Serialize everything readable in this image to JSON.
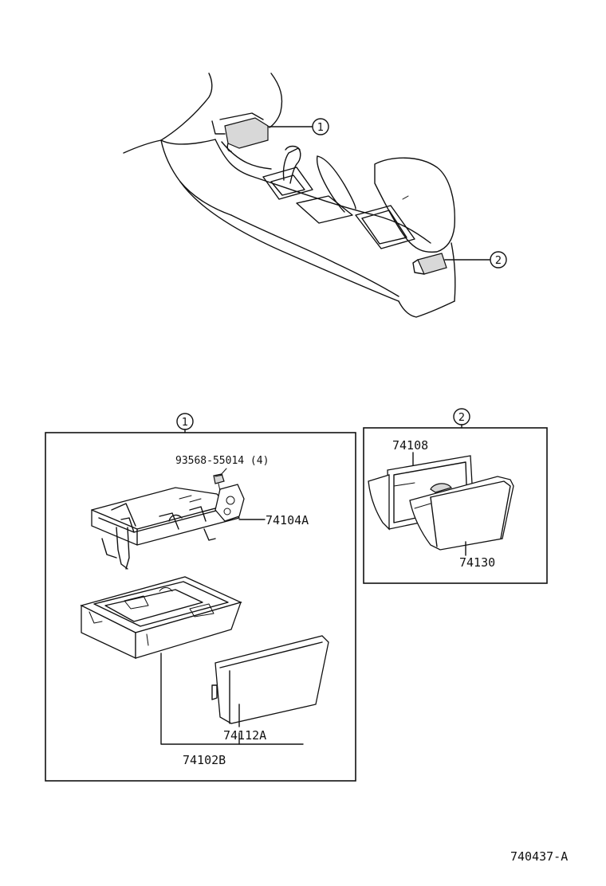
{
  "callouts": {
    "c1_top": "1",
    "c2_top": "2",
    "c1_box": "1",
    "c2_box": "2"
  },
  "parts": {
    "p93568": "93568-55014 (4)",
    "p74104A": "74104A",
    "p74102B": "74102B",
    "p74112A": "74112A",
    "p74108": "74108",
    "p74130": "74130"
  },
  "figure_code": "740437-A"
}
